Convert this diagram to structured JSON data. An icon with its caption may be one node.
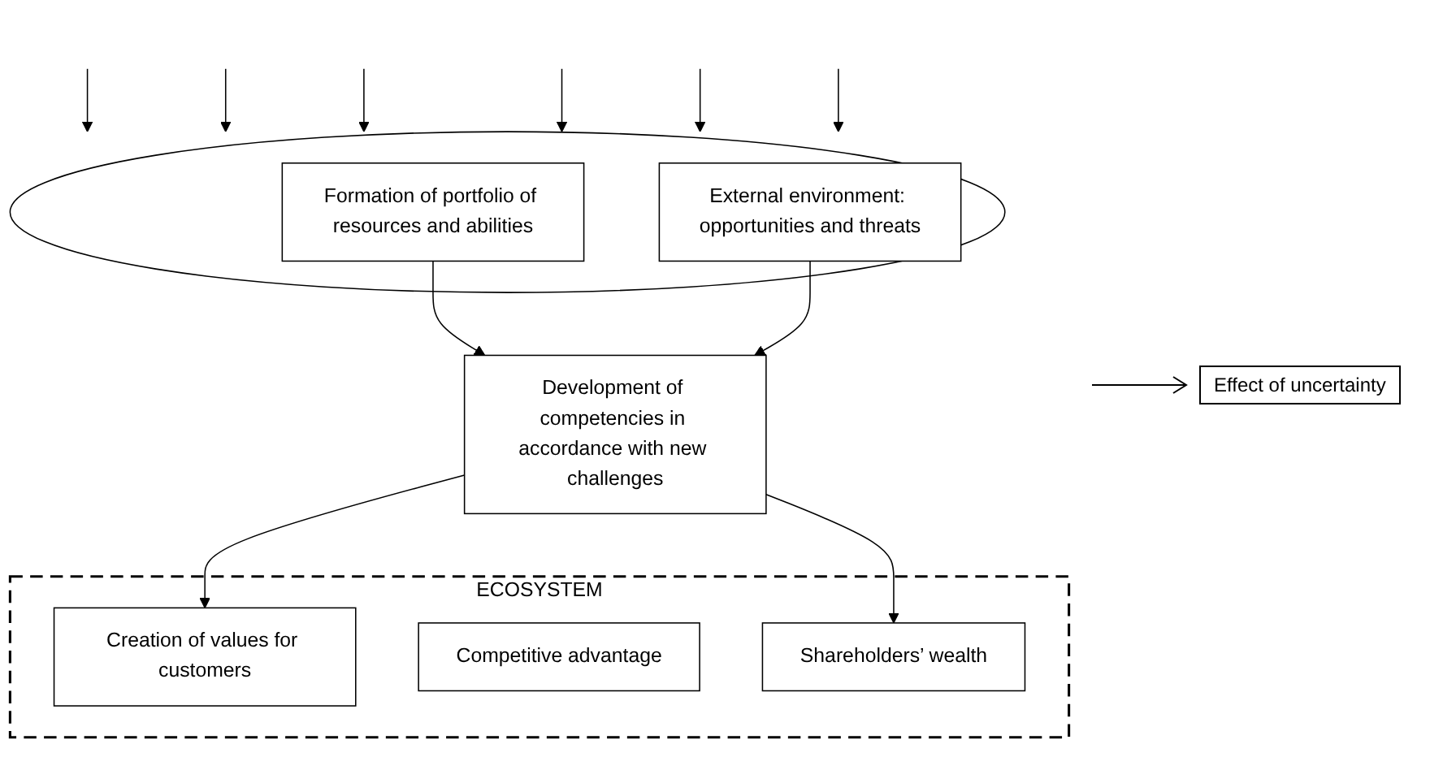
{
  "diagram": {
    "nodes": [
      {
        "text": [],
        "shape": "ellipse"
      },
      {
        "text": [
          "Formation of portfolio of resources and abilities"
        ],
        "in": 0
      },
      {
        "text": [
          "External environment: opportunities and threats"
        ],
        "in": 0
      },
      {
        "text": [
          "Development of competencies in accordance with new challenges"
        ]
      },
      {
        "text": [
          "ECOSYSTEM"
        ]
      },
      {
        "text": [
          "Creation of values for customers"
        ],
        "in": 4
      },
      {
        "text": [
          "Competitive advantage"
        ],
        "in": 4
      },
      {
        "text": [
          "Shareholders’ wealth"
        ],
        "in": 4
      }
    ],
    "edges": [
      {
        "from": null,
        "to": 0,
        "arrow": "to"
      },
      {
        "from": null,
        "to": 0,
        "arrow": "to"
      },
      {
        "from": null,
        "to": 0,
        "arrow": "to"
      },
      {
        "from": null,
        "to": 0,
        "arrow": "to"
      },
      {
        "from": null,
        "to": 0,
        "arrow": "to"
      },
      {
        "from": null,
        "to": 0,
        "arrow": "to"
      },
      {
        "from": 1,
        "to": 3,
        "arrow": "to"
      },
      {
        "from": 2,
        "to": 3,
        "arrow": "to"
      },
      {
        "from": 3,
        "to": 5,
        "arrow": "to"
      },
      {
        "from": 3,
        "to": 7,
        "arrow": "to"
      }
    ],
    "legend": [
      {
        "text": "Effect of uncertainty"
      }
    ]
  }
}
